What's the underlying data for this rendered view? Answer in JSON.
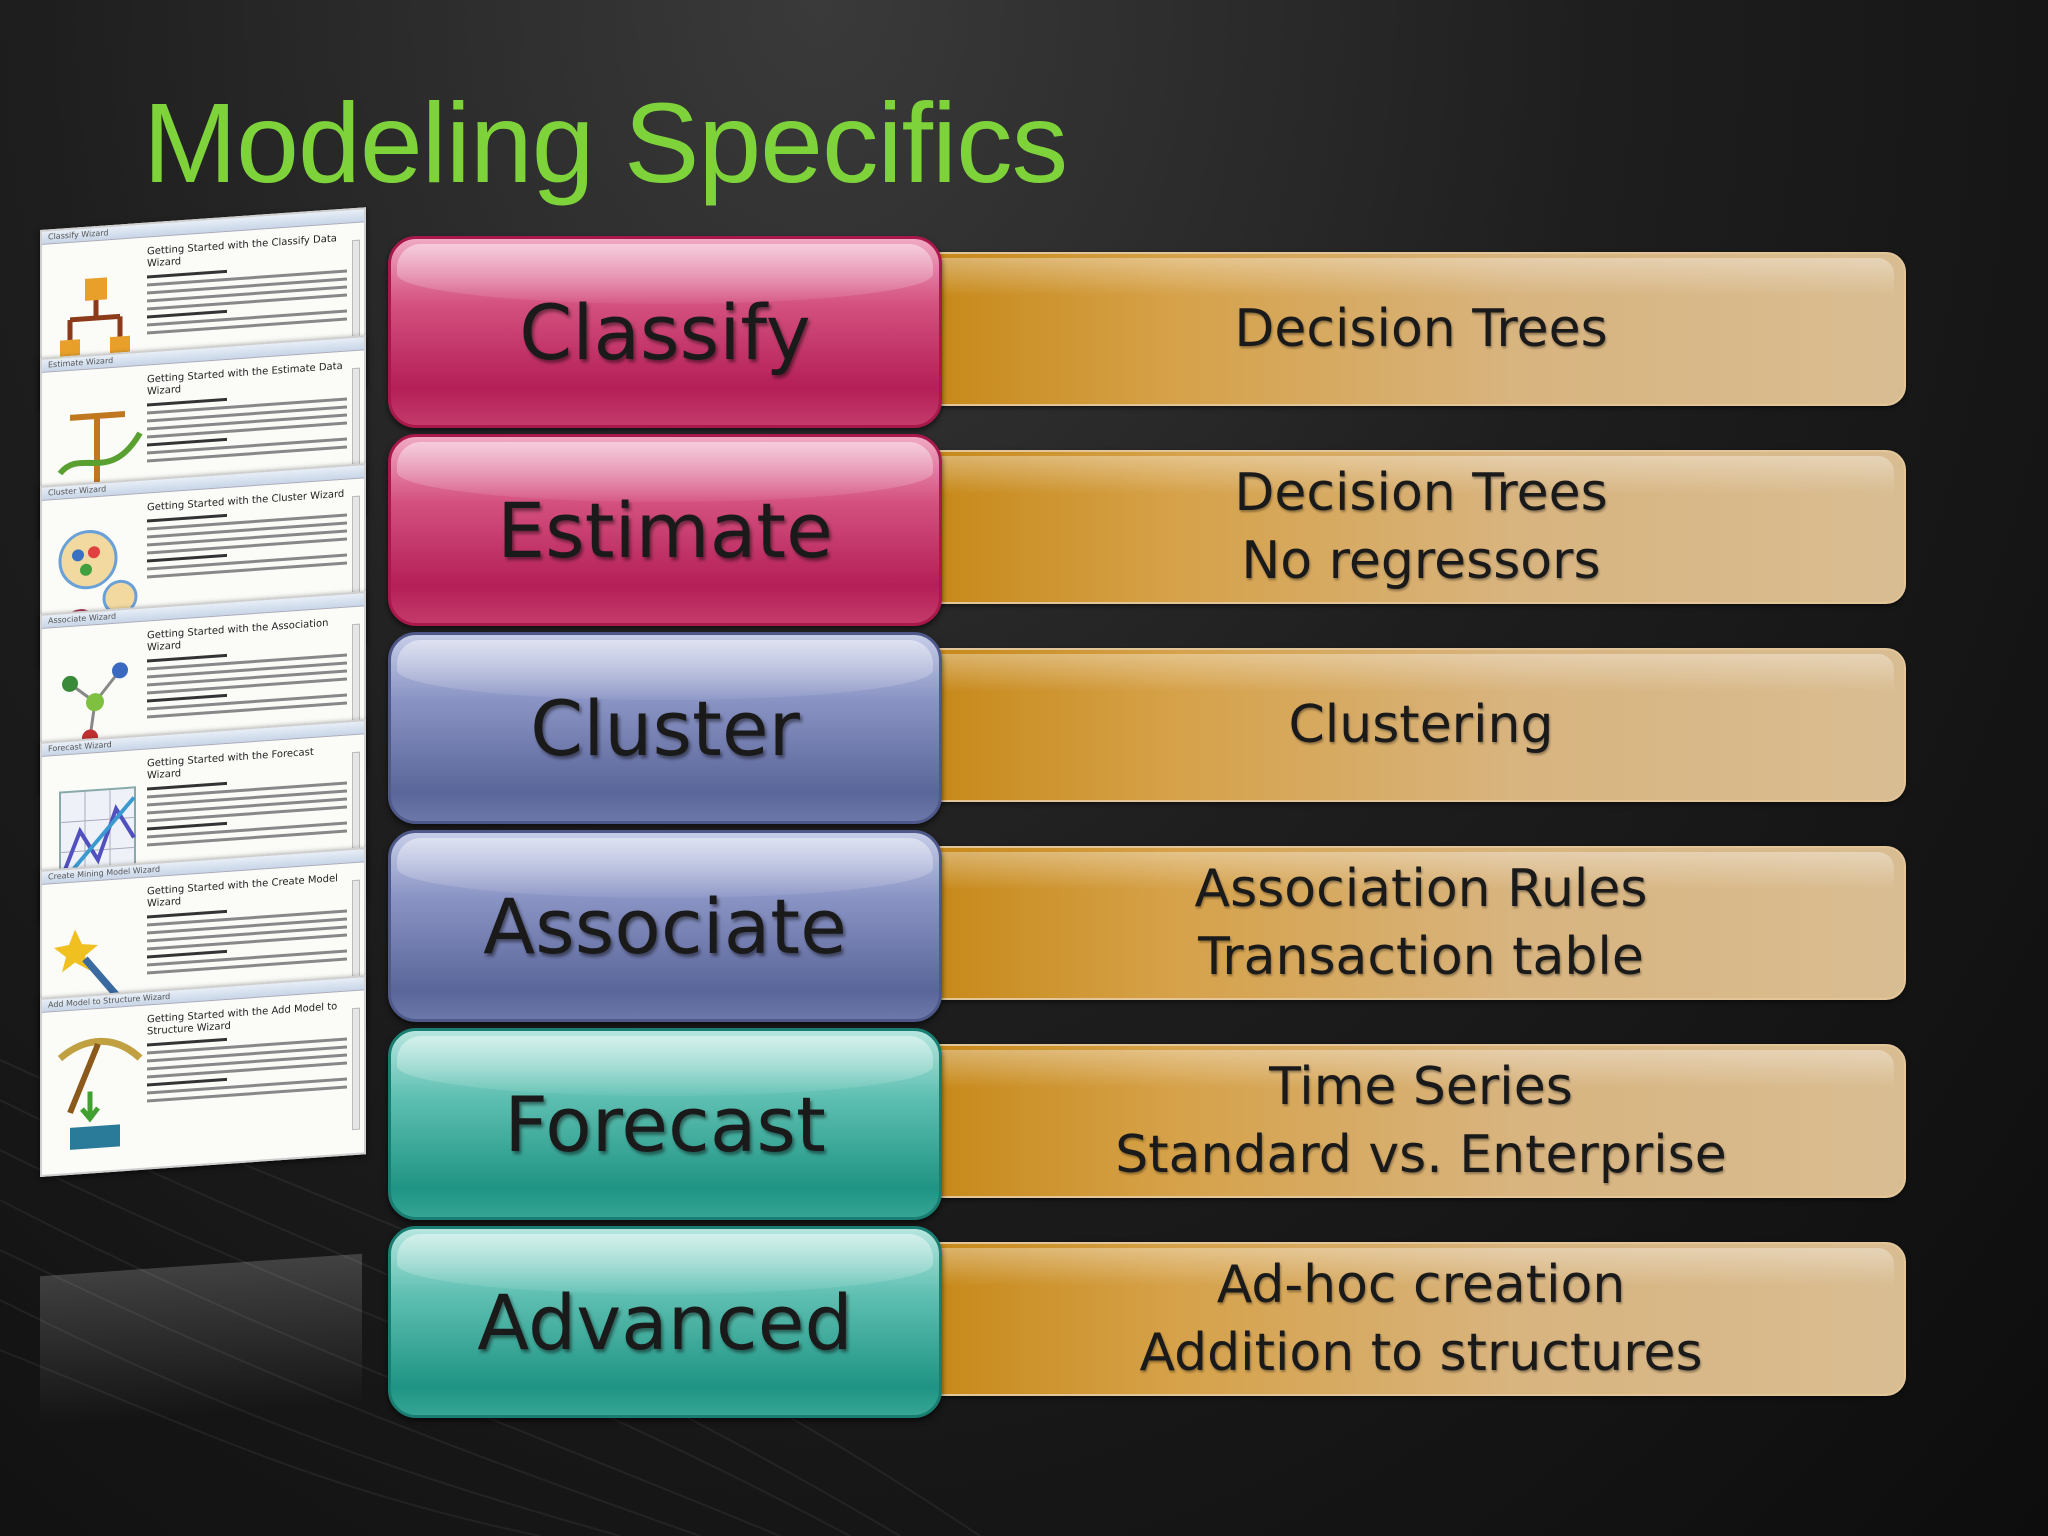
{
  "slide": {
    "title": "Modeling Specifics",
    "colors": {
      "title": "#7ed33a",
      "background": "#141414",
      "right_bar": "#d6a24a"
    }
  },
  "wizards": [
    {
      "window": "Classify Wizard",
      "heading": "Getting Started with the Classify Data Wizard",
      "icon": "hierarchy-icon"
    },
    {
      "window": "Estimate Wizard",
      "heading": "Getting Started with the Estimate Data Wizard",
      "icon": "balance-icon"
    },
    {
      "window": "Cluster Wizard",
      "heading": "Getting Started with the Cluster Wizard",
      "icon": "cluster-icon"
    },
    {
      "window": "Associate Wizard",
      "heading": "Getting Started with the Association Wizard",
      "icon": "molecule-icon"
    },
    {
      "window": "Forecast Wizard",
      "heading": "Getting Started with the Forecast Wizard",
      "icon": "line-chart-icon"
    },
    {
      "window": "Create Mining Model Wizard",
      "heading": "Getting Started with the Create Model Wizard",
      "icon": "wand-icon"
    },
    {
      "window": "Add Model to Structure Wizard",
      "heading": "Getting Started with the Add Model to Structure Wizard",
      "icon": "pickaxe-icon"
    }
  ],
  "rows": [
    {
      "task": "Classify",
      "color": "pink",
      "details": [
        "Decision Trees"
      ]
    },
    {
      "task": "Estimate",
      "color": "pink",
      "details": [
        "Decision Trees",
        "No regressors"
      ]
    },
    {
      "task": "Cluster",
      "color": "blue",
      "details": [
        "Clustering"
      ]
    },
    {
      "task": "Associate",
      "color": "blue",
      "details": [
        "Association Rules",
        "Transaction table"
      ]
    },
    {
      "task": "Forecast",
      "color": "teal",
      "details": [
        "Time Series",
        "Standard vs. Enterprise"
      ]
    },
    {
      "task": "Advanced",
      "color": "teal",
      "details": [
        "Ad-hoc creation",
        "Addition to structures"
      ]
    }
  ]
}
